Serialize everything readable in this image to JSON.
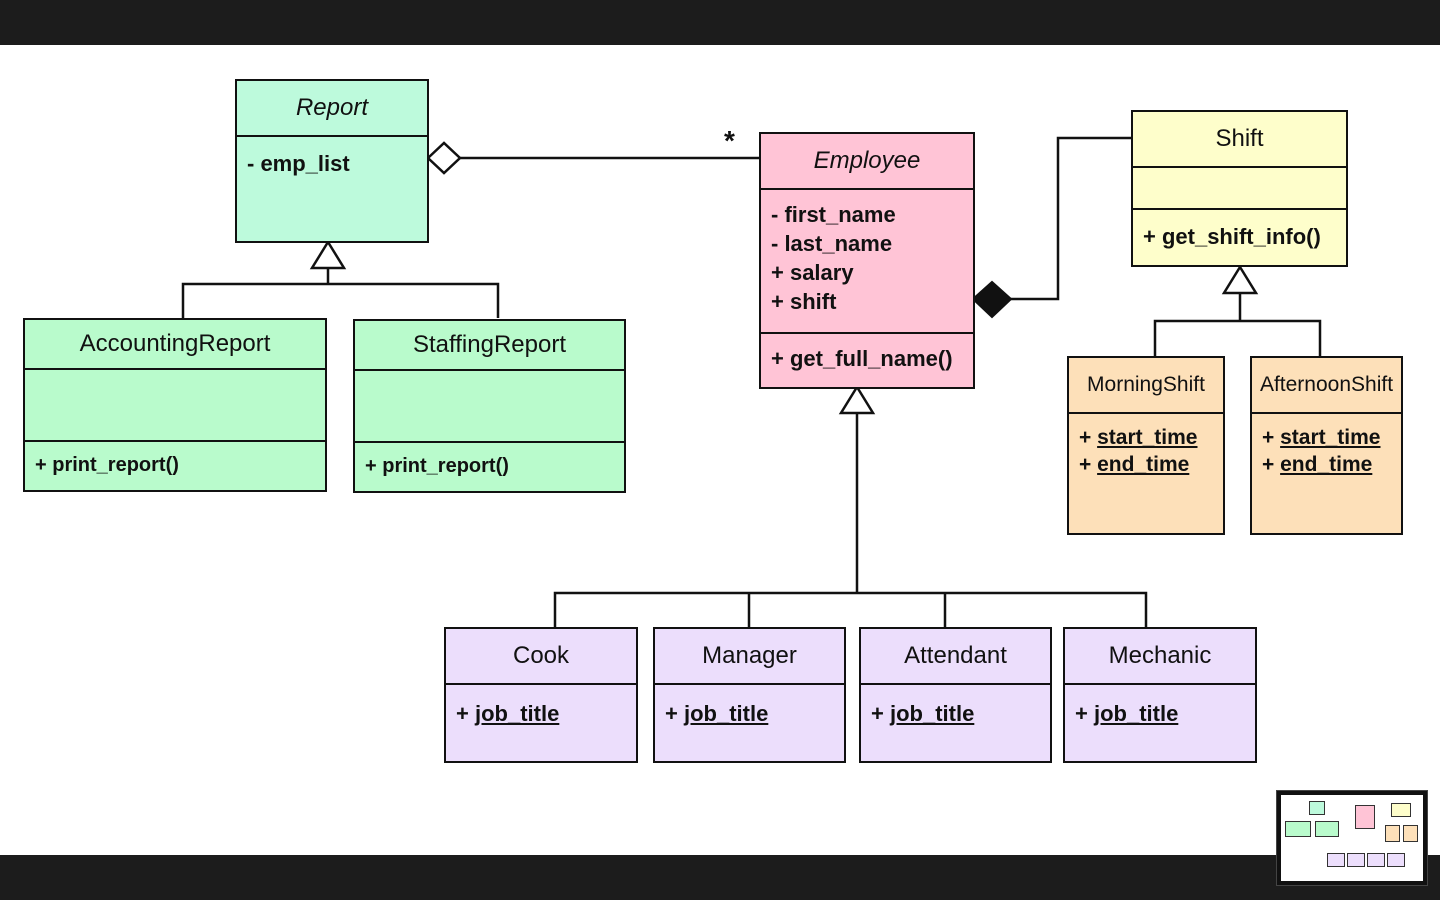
{
  "diagram": {
    "report": {
      "name": "Report",
      "attributes": [
        "- emp_list"
      ]
    },
    "accounting_report": {
      "name": "AccountingReport",
      "methods": [
        "+ print_report()"
      ]
    },
    "staffing_report": {
      "name": "StaffingReport",
      "methods": [
        "+ print_report()"
      ]
    },
    "employee": {
      "name": "Employee",
      "attributes": [
        "- first_name",
        "- last_name",
        "+ salary",
        "+ shift"
      ],
      "methods": [
        "+ get_full_name()"
      ]
    },
    "shift": {
      "name": "Shift",
      "methods": [
        "+ get_shift_info()"
      ]
    },
    "morning_shift": {
      "name": "MorningShift",
      "attr_prefix": "+ ",
      "attributes": [
        "start_time",
        "end_time"
      ]
    },
    "afternoon_shift": {
      "name": "AfternoonShift",
      "attr_prefix": "+ ",
      "attributes": [
        "start_time",
        "end_time"
      ]
    },
    "cook": {
      "name": "Cook",
      "attr_prefix": "+ ",
      "attribute": "job_title"
    },
    "manager": {
      "name": "Manager",
      "attr_prefix": "+ ",
      "attribute": "job_title"
    },
    "attendant": {
      "name": "Attendant",
      "attr_prefix": "+ ",
      "attribute": "job_title"
    },
    "mechanic": {
      "name": "Mechanic",
      "attr_prefix": "+ ",
      "attribute": "job_title"
    },
    "multiplicity": "*"
  },
  "colors": {
    "report": "#bdfadc",
    "report_subclass": "#b9fbcc",
    "employee": "#ffc4d6",
    "shift": "#fefecb",
    "shift_subclass": "#fde0b9",
    "employee_subclass": "#ecdefc"
  }
}
